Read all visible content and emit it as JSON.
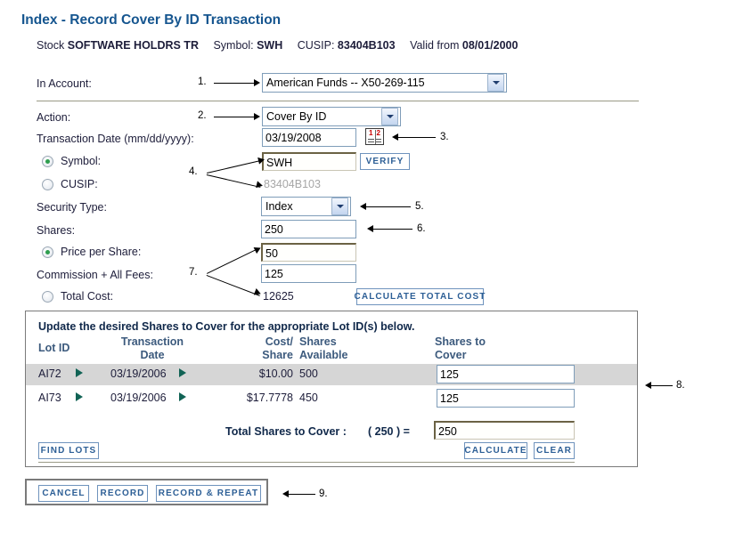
{
  "header": {
    "title": "Index - Record Cover By ID Transaction",
    "stock_label": "Stock",
    "stock_name": "SOFTWARE HOLDRS TR",
    "symbol_label": "Symbol:",
    "symbol_value": "SWH",
    "cusip_label": "CUSIP:",
    "cusip_value": "83404B103",
    "valid_label": "Valid from",
    "valid_value": "08/01/2000"
  },
  "form": {
    "account_label": "In Account:",
    "account_value": "American Funds -- X50-269-115",
    "action_label": "Action:",
    "action_value": "Cover By ID",
    "date_label": "Transaction Date (mm/dd/yyyy):",
    "date_value": "03/19/2008",
    "calendar_icon_1": "1",
    "calendar_icon_2": "2",
    "symbol_radio_label": "Symbol:",
    "symbol_value": "SWH",
    "verify_label": "VERIFY",
    "cusip_radio_label": "CUSIP:",
    "cusip_value": "83404B103",
    "sectype_label": "Security Type:",
    "sectype_value": "Index",
    "shares_label": "Shares:",
    "shares_value": "250",
    "price_radio_label": "Price per Share:",
    "price_value": "50",
    "commission_label": "Commission + All Fees:",
    "commission_value": "125",
    "totalcost_radio_label": "Total Cost:",
    "totalcost_value": "12625",
    "calc_total_label": "CALCULATE TOTAL COST"
  },
  "lots": {
    "note": "Update the desired Shares to Cover for the appropriate Lot ID(s) below.",
    "columns": {
      "lot_id": "Lot ID",
      "transaction_date": "Transaction\nDate",
      "cost_share": "Cost/\nShare",
      "shares_available": "Shares\nAvailable",
      "shares_to_cover": "Shares to\nCover"
    },
    "rows": [
      {
        "lot_id": "AI72",
        "date": "03/19/2006",
        "cost": "$10.00",
        "available": "500",
        "cover": "125"
      },
      {
        "lot_id": "AI73",
        "date": "03/19/2006",
        "cost": "$17.7778",
        "available": "450",
        "cover": "125"
      }
    ],
    "total_label": "Total Shares to Cover :",
    "total_paren": "( 250 ) =",
    "total_value": "250",
    "find_lots_label": "FIND LOTS",
    "calculate_label": "CALCULATE",
    "clear_label": "CLEAR"
  },
  "actions": {
    "cancel_label": "CANCEL",
    "record_label": "RECORD",
    "record_repeat_label": "RECORD & REPEAT"
  },
  "annotations": {
    "n1": "1.",
    "n2": "2.",
    "n3": "3.",
    "n4": "4.",
    "n5": "5.",
    "n6": "6.",
    "n7": "7.",
    "n8": "8.",
    "n9": "9."
  },
  "colors": {
    "title_blue": "#15558f",
    "button_blue": "#2d5f96",
    "column_header_blue": "#3c5a7d",
    "triangle_green": "#116355",
    "row_alt_gray": "#d6d6d6"
  }
}
